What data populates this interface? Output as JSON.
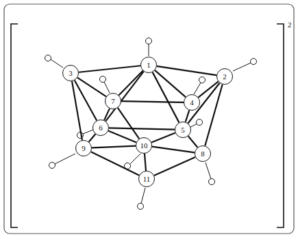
{
  "diagram": {
    "nodes": [
      {
        "text": [
          "1"
        ]
      },
      {
        "text": [
          "3"
        ]
      },
      {
        "text": [
          "2"
        ]
      },
      {
        "text": [
          "7"
        ]
      },
      {
        "text": [
          "4"
        ]
      },
      {
        "text": [
          "6"
        ]
      },
      {
        "text": [
          "5"
        ]
      },
      {
        "text": [
          "9"
        ]
      },
      {
        "text": [
          "10"
        ]
      },
      {
        "text": [
          "8"
        ]
      },
      {
        "text": [
          "11"
        ]
      }
    ],
    "edges": [
      {
        "from": 0,
        "to": 1,
        "arrow": "none"
      },
      {
        "from": 0,
        "to": 3,
        "arrow": "none"
      },
      {
        "from": 0,
        "to": 4,
        "arrow": "none"
      },
      {
        "from": 0,
        "to": 2,
        "arrow": "none"
      },
      {
        "from": 0,
        "to": 5,
        "arrow": "none"
      },
      {
        "from": 0,
        "to": 6,
        "arrow": "none"
      },
      {
        "from": 1,
        "to": 3,
        "arrow": "none"
      },
      {
        "from": 1,
        "to": 5,
        "arrow": "none"
      },
      {
        "from": 1,
        "to": 7,
        "arrow": "none"
      },
      {
        "from": 3,
        "to": 4,
        "arrow": "none"
      },
      {
        "from": 3,
        "to": 5,
        "arrow": "none"
      },
      {
        "from": 3,
        "to": 8,
        "arrow": "none"
      },
      {
        "from": 4,
        "to": 2,
        "arrow": "none"
      },
      {
        "from": 4,
        "to": 6,
        "arrow": "none"
      },
      {
        "from": 2,
        "to": 6,
        "arrow": "none"
      },
      {
        "from": 2,
        "to": 9,
        "arrow": "none"
      },
      {
        "from": 5,
        "to": 6,
        "arrow": "none"
      },
      {
        "from": 5,
        "to": 7,
        "arrow": "none"
      },
      {
        "from": 5,
        "to": 8,
        "arrow": "none"
      },
      {
        "from": 6,
        "to": 8,
        "arrow": "none"
      },
      {
        "from": 6,
        "to": 9,
        "arrow": "none"
      },
      {
        "from": 7,
        "to": 8,
        "arrow": "none"
      },
      {
        "from": 7,
        "to": 10,
        "arrow": "none"
      },
      {
        "from": 8,
        "to": 10,
        "arrow": "none"
      },
      {
        "from": 8,
        "to": 9,
        "arrow": "none"
      },
      {
        "from": 9,
        "to": 10,
        "arrow": "none"
      }
    ],
    "labels": [
      "2"
    ]
  }
}
